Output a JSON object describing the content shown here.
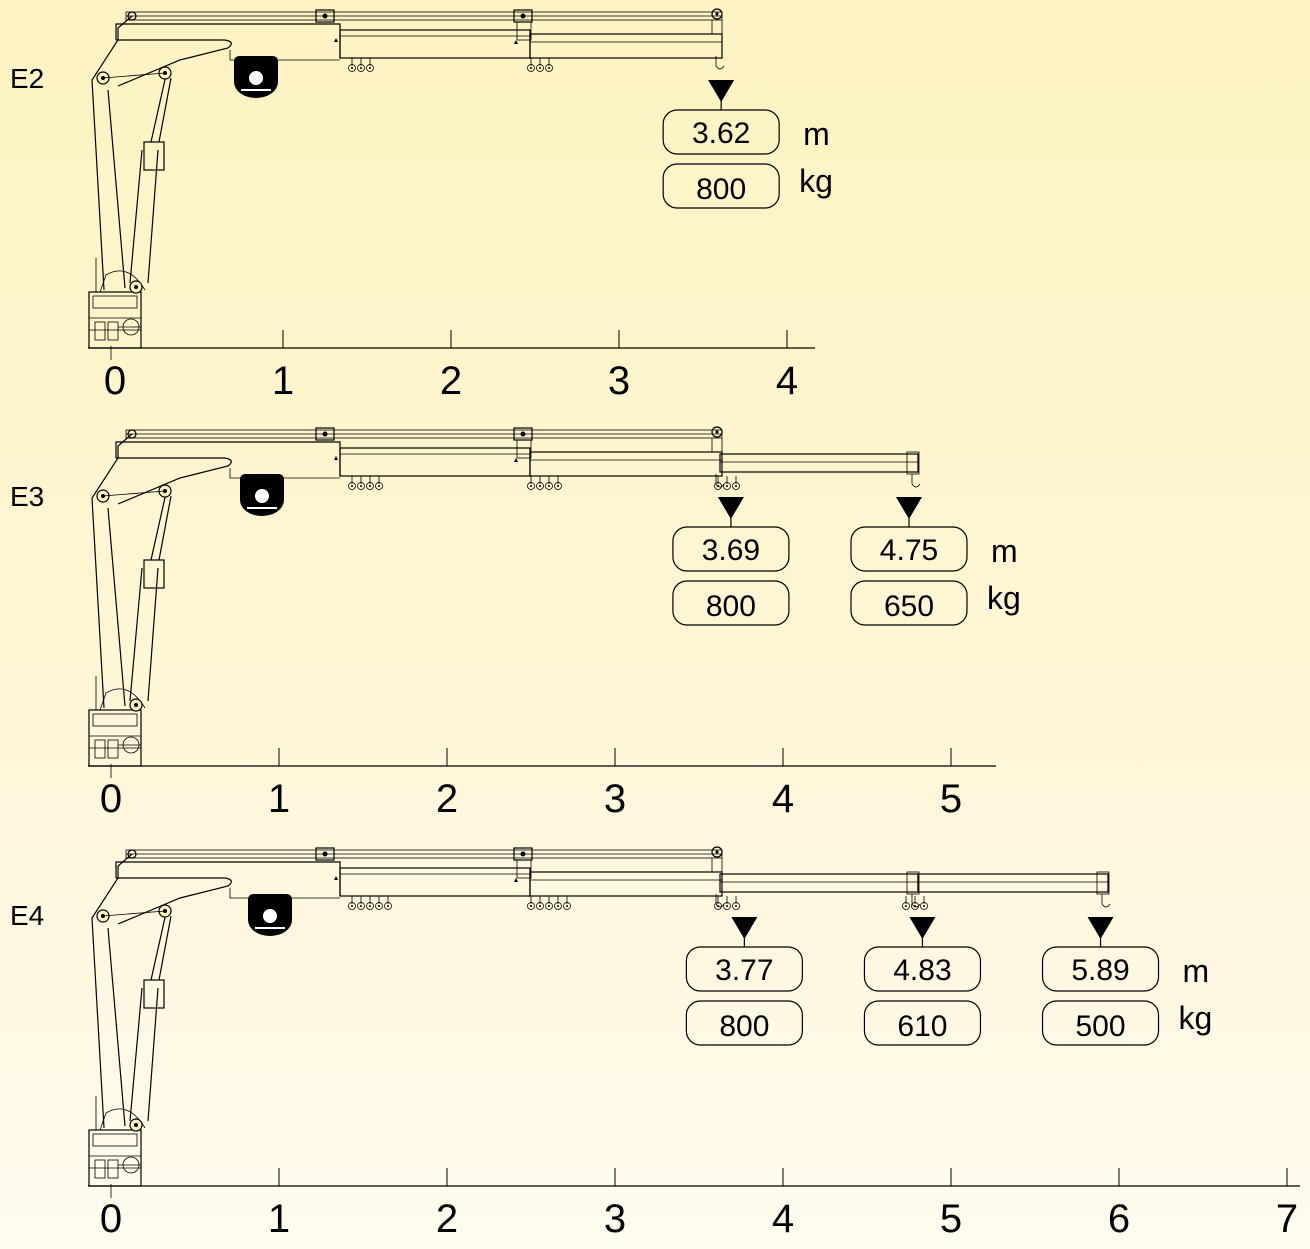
{
  "units": {
    "distance": "m",
    "load": "kg"
  },
  "configurations": [
    {
      "label": "E2",
      "axis_ticks": [
        "0",
        "1",
        "2",
        "3",
        "4"
      ],
      "load_points": [
        {
          "reach_label": "3.62",
          "reach": 3.62,
          "load_label": "800",
          "load": 800
        }
      ]
    },
    {
      "label": "E3",
      "axis_ticks": [
        "0",
        "1",
        "2",
        "3",
        "4",
        "5"
      ],
      "load_points": [
        {
          "reach_label": "3.69",
          "reach": 3.69,
          "load_label": "800",
          "load": 800
        },
        {
          "reach_label": "4.75",
          "reach": 4.75,
          "load_label": "650",
          "load": 650
        }
      ]
    },
    {
      "label": "E4",
      "axis_ticks": [
        "0",
        "1",
        "2",
        "3",
        "4",
        "5",
        "6",
        "7"
      ],
      "load_points": [
        {
          "reach_label": "3.77",
          "reach": 3.77,
          "load_label": "800",
          "load": 800
        },
        {
          "reach_label": "4.83",
          "reach": 4.83,
          "load_label": "610",
          "load": 610
        },
        {
          "reach_label": "5.89",
          "reach": 5.89,
          "load_label": "500",
          "load": 500
        }
      ]
    }
  ]
}
